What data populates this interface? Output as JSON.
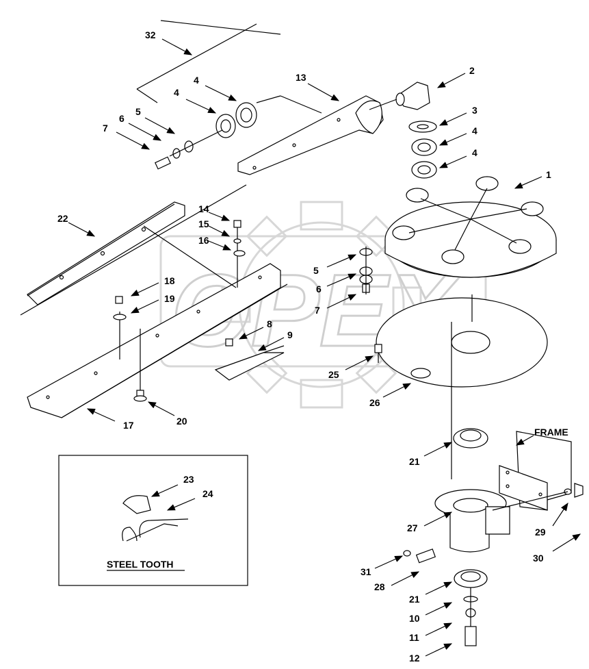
{
  "callouts": [
    {
      "id": "32",
      "text": "32"
    },
    {
      "id": "13",
      "text": "13"
    },
    {
      "id": "2",
      "text": "2"
    },
    {
      "id": "4a",
      "text": "4"
    },
    {
      "id": "4b",
      "text": "4"
    },
    {
      "id": "5a",
      "text": "5"
    },
    {
      "id": "6a",
      "text": "6"
    },
    {
      "id": "7a",
      "text": "7"
    },
    {
      "id": "3",
      "text": "3"
    },
    {
      "id": "4c",
      "text": "4"
    },
    {
      "id": "4d",
      "text": "4"
    },
    {
      "id": "1",
      "text": "1"
    },
    {
      "id": "22",
      "text": "22"
    },
    {
      "id": "14",
      "text": "14"
    },
    {
      "id": "15",
      "text": "15"
    },
    {
      "id": "16",
      "text": "16"
    },
    {
      "id": "5b",
      "text": "5"
    },
    {
      "id": "6b",
      "text": "6"
    },
    {
      "id": "7b",
      "text": "7"
    },
    {
      "id": "18",
      "text": "18"
    },
    {
      "id": "19",
      "text": "19"
    },
    {
      "id": "8",
      "text": "8"
    },
    {
      "id": "9",
      "text": "9"
    },
    {
      "id": "25",
      "text": "25"
    },
    {
      "id": "26",
      "text": "26"
    },
    {
      "id": "20",
      "text": "20"
    },
    {
      "id": "17",
      "text": "17"
    },
    {
      "id": "21a",
      "text": "21"
    },
    {
      "id": "27",
      "text": "27"
    },
    {
      "id": "29",
      "text": "29"
    },
    {
      "id": "30",
      "text": "30"
    },
    {
      "id": "31",
      "text": "31"
    },
    {
      "id": "28",
      "text": "28"
    },
    {
      "id": "21b",
      "text": "21"
    },
    {
      "id": "10",
      "text": "10"
    },
    {
      "id": "11",
      "text": "11"
    },
    {
      "id": "12",
      "text": "12"
    },
    {
      "id": "23",
      "text": "23"
    },
    {
      "id": "24",
      "text": "24"
    }
  ],
  "frame_label": "FRAME",
  "inset_label": "STEEL TOOTH",
  "watermark": "OPEX"
}
